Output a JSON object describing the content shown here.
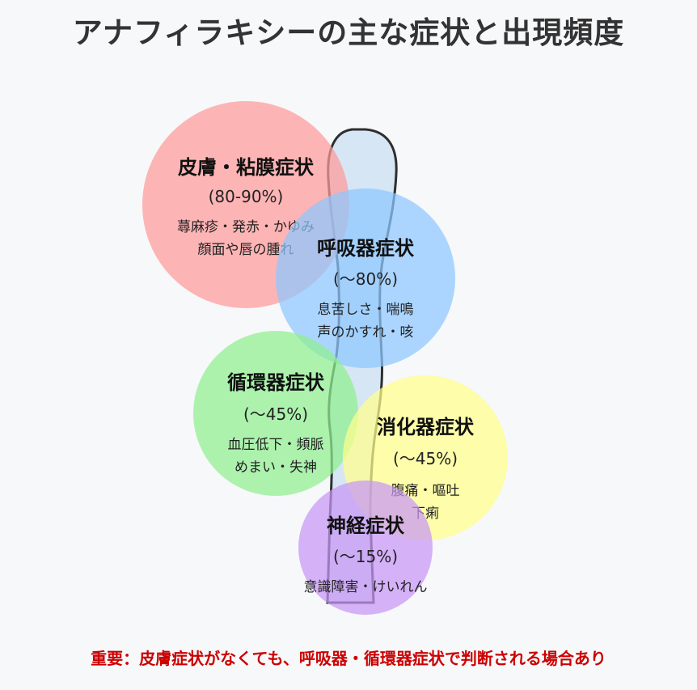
{
  "title": "アナフィラキシーの主な症状と出現頻度",
  "categories": [
    {
      "key": "skin",
      "name": "皮膚・粘膜症状",
      "frequency": "(80-90%)",
      "symptoms": [
        "蕁麻疹・発赤・かゆみ",
        "顔面や唇の腫れ"
      ],
      "color": "#ff9a9a"
    },
    {
      "key": "respiratory",
      "name": "呼吸器症状",
      "frequency": "(〜80%)",
      "symptoms": [
        "息苦しさ・喘鳴",
        "声のかすれ・咳"
      ],
      "color": "#8ec8ff"
    },
    {
      "key": "circulatory",
      "name": "循環器症状",
      "frequency": "(〜45%)",
      "symptoms": [
        "血圧低下・頻脈",
        "めまい・失神"
      ],
      "color": "#8ff08f"
    },
    {
      "key": "digestive",
      "name": "消化器症状",
      "frequency": "(〜45%)",
      "symptoms": [
        "腹痛・嘔吐",
        "下痢"
      ],
      "color": "#ffff8a"
    },
    {
      "key": "neuro",
      "name": "神経症状",
      "frequency": "(〜15%)",
      "symptoms": [
        "意識障害・けいれん"
      ],
      "color": "#c896f5"
    }
  ],
  "note": "重要：皮膚症状がなくても、呼吸器・循環器症状で判断される場合あり"
}
